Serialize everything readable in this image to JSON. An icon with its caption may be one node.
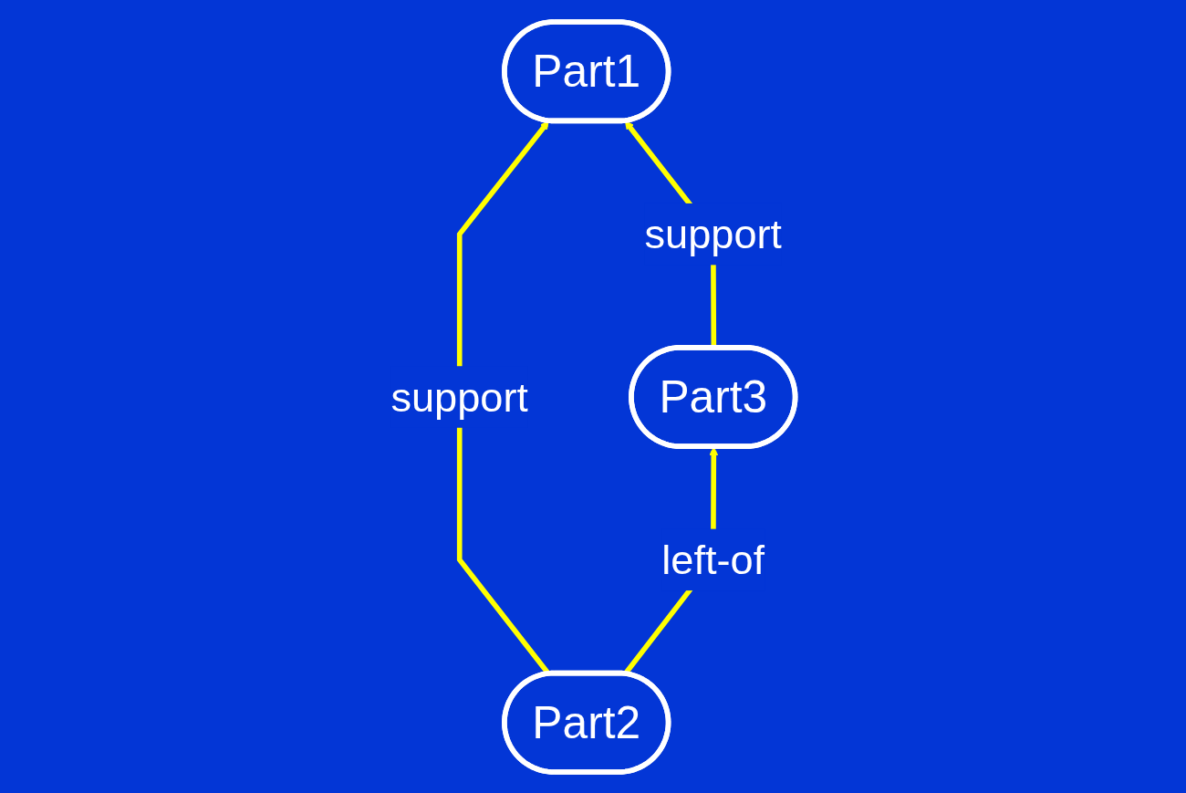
{
  "diagram": {
    "nodes": [
      {
        "text": [
          "Part1"
        ]
      },
      {
        "text": [
          "Part2"
        ]
      },
      {
        "text": [
          "Part3"
        ]
      }
    ],
    "edges": [
      {
        "from": 1,
        "to": 0,
        "arrow": "to",
        "label": "support"
      },
      {
        "from": 2,
        "to": 0,
        "arrow": "to",
        "label": "support"
      },
      {
        "from": 1,
        "to": 2,
        "arrow": "to",
        "label": "left-of"
      }
    ]
  }
}
